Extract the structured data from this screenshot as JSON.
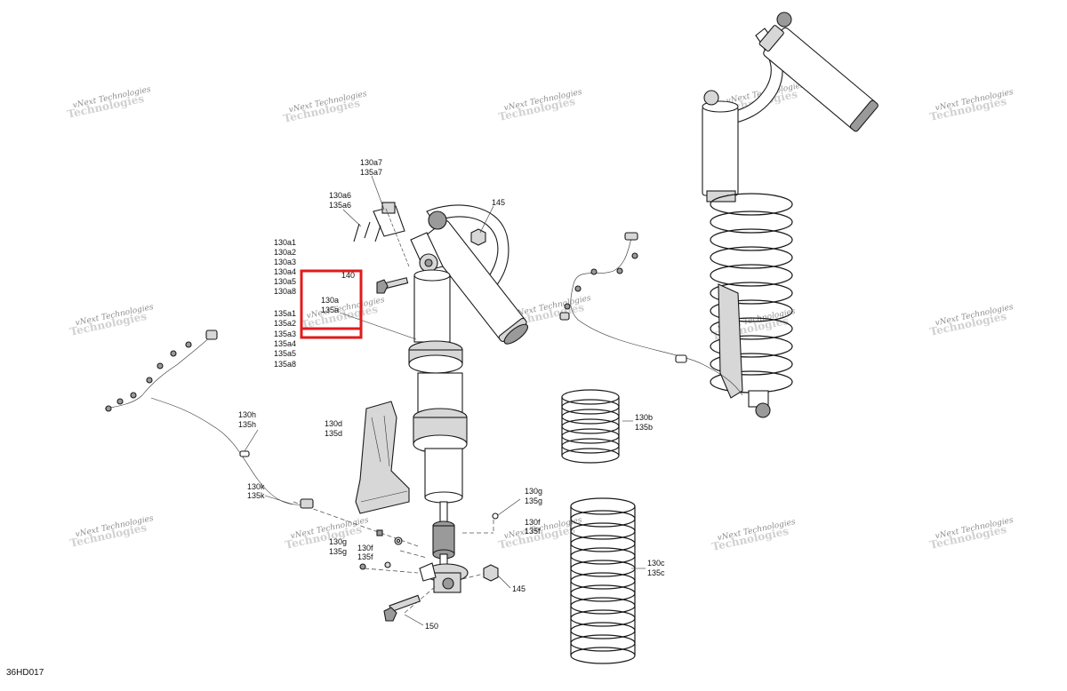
{
  "diagram": {
    "code": "36HD017",
    "watermark": {
      "line1": "vNext Technologies",
      "line2": "Technologies"
    },
    "labels": {
      "l130a7": "130a7",
      "l135a7": "135a7",
      "l130a6": "130a6",
      "l135a6": "135a6",
      "l145_top": "145",
      "l130a1": "130a1",
      "l130a2": "130a2",
      "l130a3": "130a3",
      "l130a4": "130a4",
      "l130a5": "130a5",
      "l130a8": "130a8",
      "l140": "140",
      "l130a": "130a",
      "l135a": "135a",
      "l135a1": "135a1",
      "l135a2": "135a2",
      "l135a3": "135a3",
      "l135a4": "135a4",
      "l135a5": "135a5",
      "l135a8": "135a8",
      "l130h": "130h",
      "l135h": "135h",
      "l130d": "130d",
      "l135d": "135d",
      "l130b": "130b",
      "l135b": "135b",
      "l130k": "130k",
      "l135k": "135k",
      "l130g_r": "130g",
      "l135g_r": "135g",
      "l130f_r": "130f",
      "l135f_r": "135f",
      "l130g_l": "130g",
      "l135g_l": "135g",
      "l130f_l": "130f",
      "l135f_l": "135f",
      "l130c": "130c",
      "l135c": "135c",
      "l145_bot": "145",
      "l150": "150"
    },
    "highlight_color": "#e01b1b"
  }
}
